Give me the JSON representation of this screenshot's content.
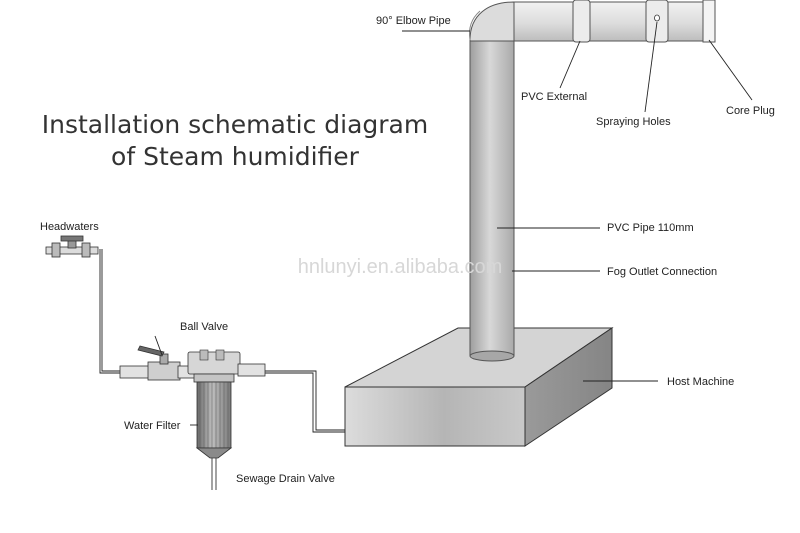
{
  "title": {
    "line1": "Installation schematic diagram",
    "line2": "of Steam humidifier"
  },
  "watermark": "hnlunyi.en.alibaba.com",
  "labels": {
    "elbow": "90° Elbow Pipe",
    "pvc_external": "PVC External",
    "spraying_holes": "Spraying Holes",
    "core_plug": "Core Plug",
    "pvc_pipe": "PVC Pipe 110mm",
    "fog_outlet": "Fog Outlet Connection",
    "host_machine": "Host Machine",
    "headwaters": "Headwaters",
    "ball_valve": "Ball Valve",
    "water_filter": "Water Filter",
    "sewage_drain": "Sewage Drain Valve"
  },
  "colors": {
    "pipe_light": "#e6e6e6",
    "pipe_mid": "#c7c7c7",
    "pipe_dark": "#9e9e9e",
    "box_top": "#d4d4d4",
    "box_front": "#b9b9b9",
    "box_side": "#8f8f8f",
    "line": "#333333"
  }
}
